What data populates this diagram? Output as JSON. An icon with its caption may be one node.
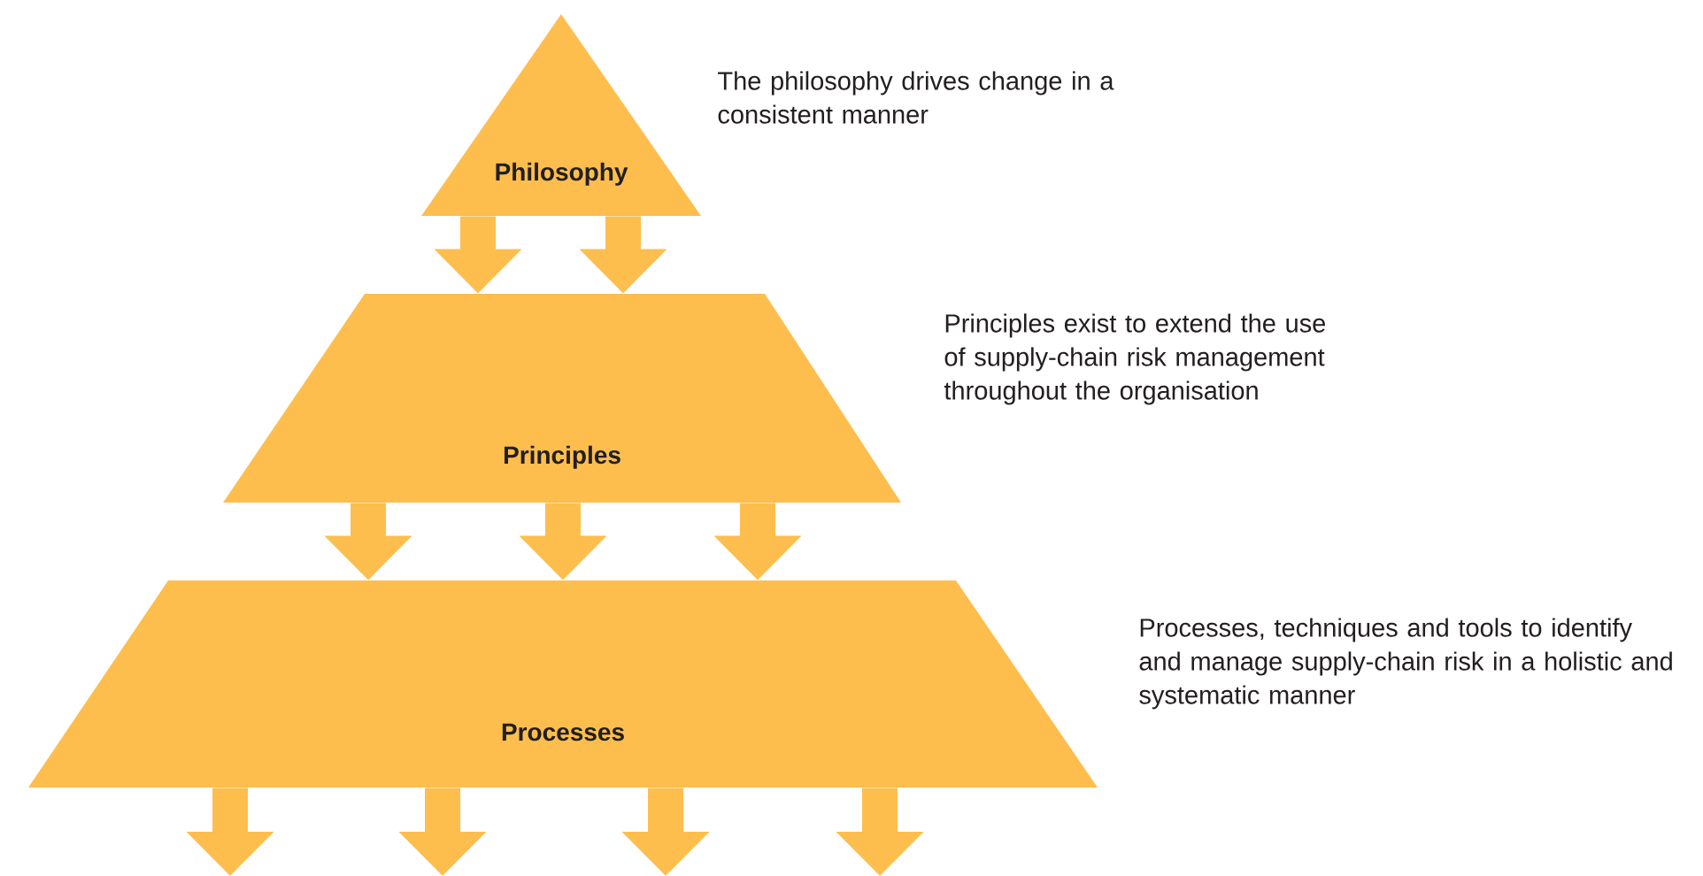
{
  "diagram": {
    "nodes": [
      {
        "text": [
          "Philosophy"
        ],
        "beside": [
          "The philosophy drives change in a consistent manner"
        ]
      },
      {
        "text": [
          "Principles"
        ],
        "beside": [
          "Principles exist to extend the use of supply-chain risk management throughout the organisation"
        ]
      },
      {
        "text": [
          "Processes"
        ],
        "beside": [
          "Processes, techniques and tools to identify and manage supply-chain risk in a holistic and systematic manner"
        ]
      }
    ],
    "edges": [
      {
        "from": 0,
        "to": 1,
        "arrow": "to"
      },
      {
        "from": 0,
        "to": 1,
        "arrow": "to"
      },
      {
        "from": 1,
        "to": 2,
        "arrow": "to"
      },
      {
        "from": 1,
        "to": 2,
        "arrow": "to"
      },
      {
        "from": 1,
        "to": 2,
        "arrow": "to"
      },
      {
        "from": 2,
        "to": null,
        "arrow": "to"
      },
      {
        "from": 2,
        "to": null,
        "arrow": "to"
      },
      {
        "from": 2,
        "to": null,
        "arrow": "to"
      },
      {
        "from": 2,
        "to": null,
        "arrow": "to"
      }
    ]
  }
}
